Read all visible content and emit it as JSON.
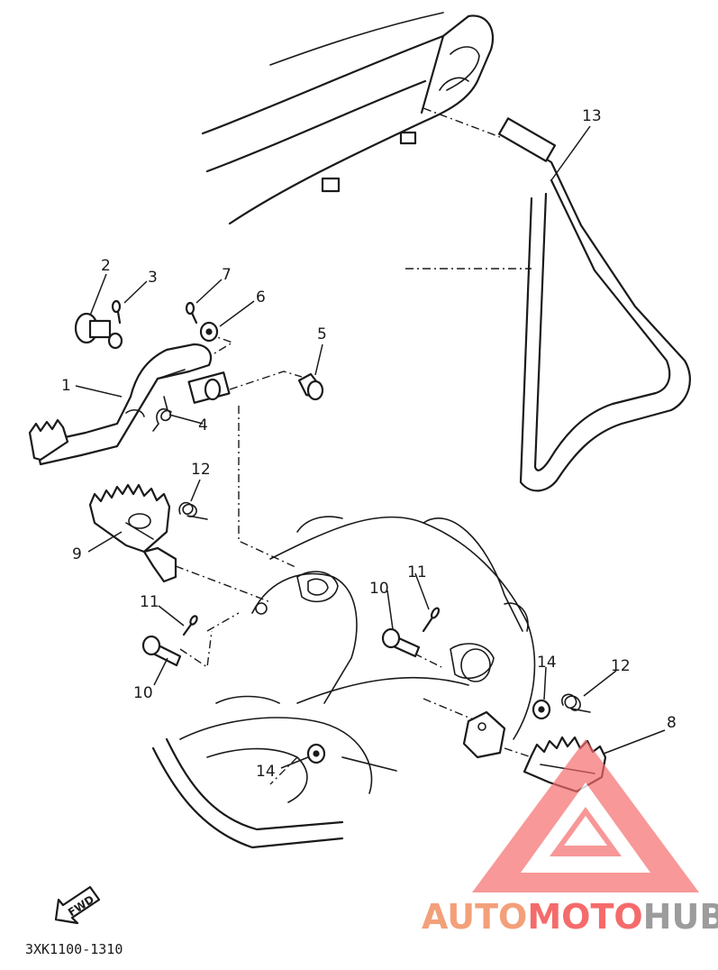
{
  "callouts": [
    {
      "id": "1",
      "label": "1"
    },
    {
      "id": "2",
      "label": "2"
    },
    {
      "id": "3",
      "label": "3"
    },
    {
      "id": "4",
      "label": "4"
    },
    {
      "id": "5",
      "label": "5"
    },
    {
      "id": "6",
      "label": "6"
    },
    {
      "id": "7",
      "label": "7"
    },
    {
      "id": "8",
      "label": "8"
    },
    {
      "id": "9",
      "label": "9"
    },
    {
      "id": "10a",
      "label": "10"
    },
    {
      "id": "10b",
      "label": "10"
    },
    {
      "id": "11a",
      "label": "11"
    },
    {
      "id": "11b",
      "label": "11"
    },
    {
      "id": "12a",
      "label": "12"
    },
    {
      "id": "12b",
      "label": "12"
    },
    {
      "id": "13",
      "label": "13"
    },
    {
      "id": "14a",
      "label": "14"
    },
    {
      "id": "14b",
      "label": "14"
    }
  ],
  "diagram_code": "3XK1100-1310",
  "fwd_label": "FWD",
  "watermark": {
    "part1": "AUTO",
    "part2": "MOTO",
    "part3": "HUB",
    "color_accent": "#f3a07a",
    "color_main": "#f56b6b",
    "color_dark": "#9c9c9c"
  }
}
